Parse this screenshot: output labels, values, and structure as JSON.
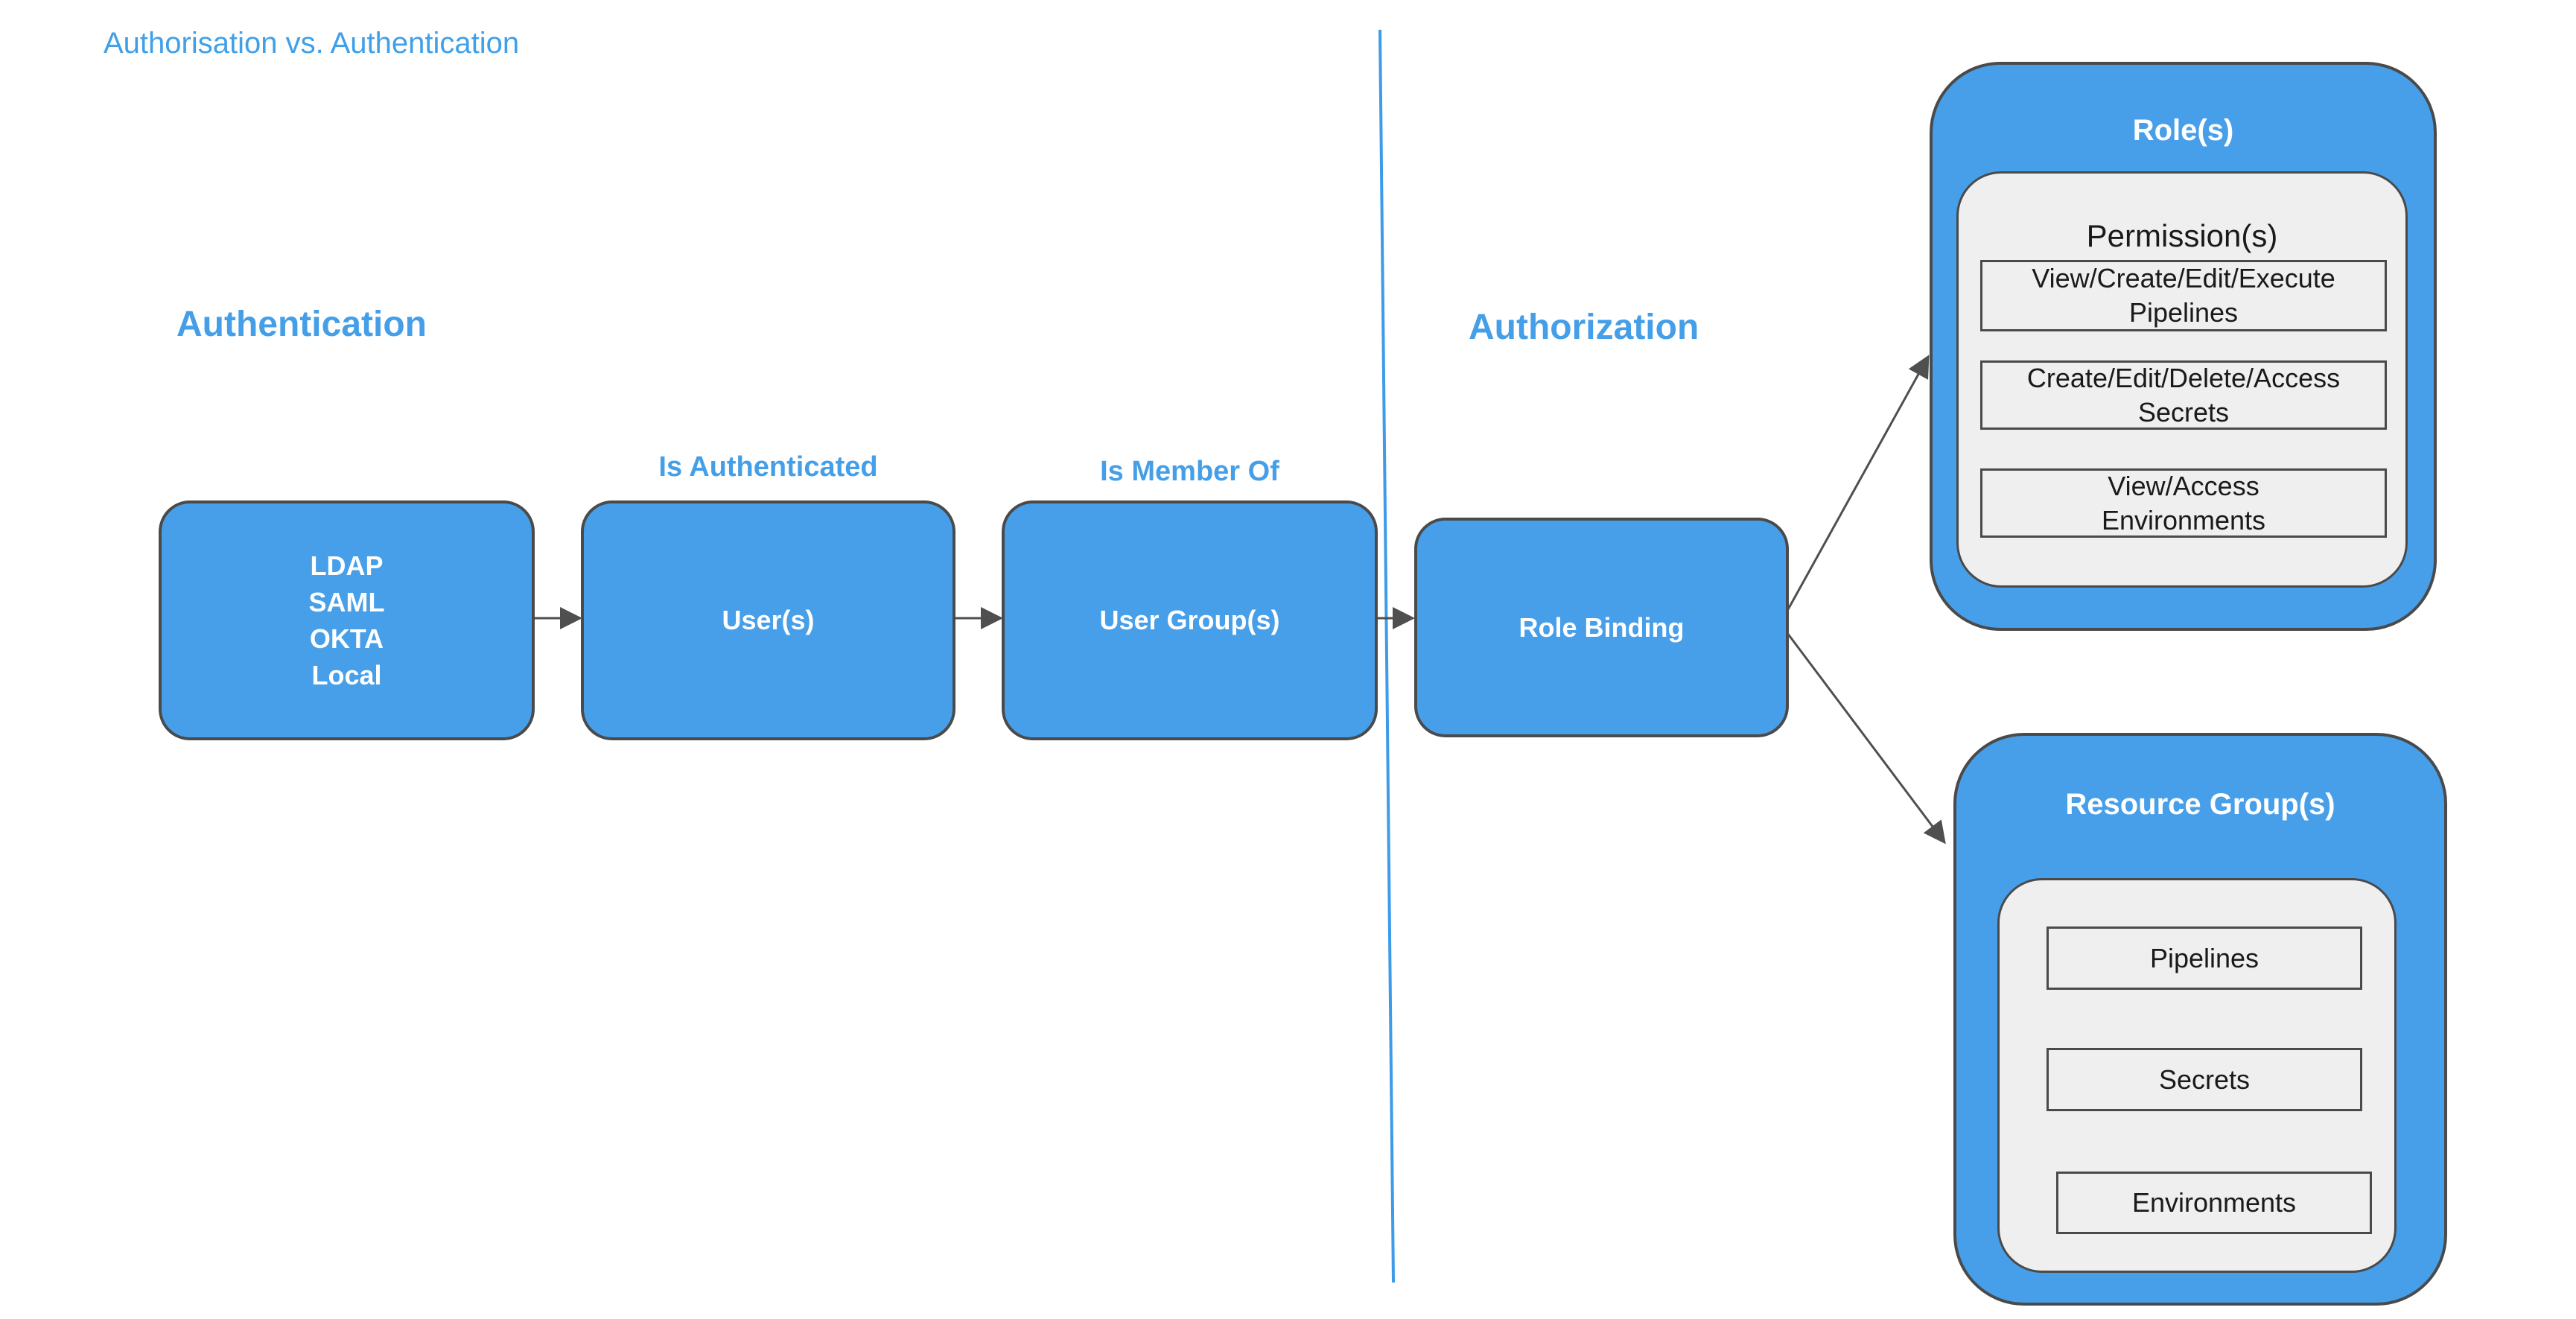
{
  "title": "Authorisation vs. Authentication",
  "sections": {
    "authentication": {
      "heading": "Authentication"
    },
    "authorization": {
      "heading": "Authorization"
    }
  },
  "flow": {
    "identity_providers": {
      "lines": [
        "LDAP",
        "SAML",
        "OKTA",
        "Local"
      ]
    },
    "users": {
      "label": "User(s)",
      "annotation": "Is Authenticated"
    },
    "user_groups": {
      "label": "User Group(s)",
      "annotation": "Is Member Of"
    },
    "role_binding": {
      "label": "Role Binding"
    }
  },
  "roles": {
    "title": "Role(s)",
    "permissions_title": "Permission(s)",
    "permissions": [
      {
        "line1": "View/Create/Edit/Execute",
        "line2": "Pipelines"
      },
      {
        "line1": "Create/Edit/Delete/Access",
        "line2": "Secrets"
      },
      {
        "line1": "View/Access",
        "line2": "Environments"
      }
    ]
  },
  "resource_groups": {
    "title": "Resource Group(s)",
    "items": [
      "Pipelines",
      "Secrets",
      "Environments"
    ]
  },
  "colors": {
    "node_blue": "#479FE9",
    "text_blue": "#459FE8",
    "border_dark": "#4A4A4A",
    "panel_gray": "#EFEFEF",
    "divider_blue": "#3D9BE9",
    "arrow_gray": "#4F4F4F"
  }
}
